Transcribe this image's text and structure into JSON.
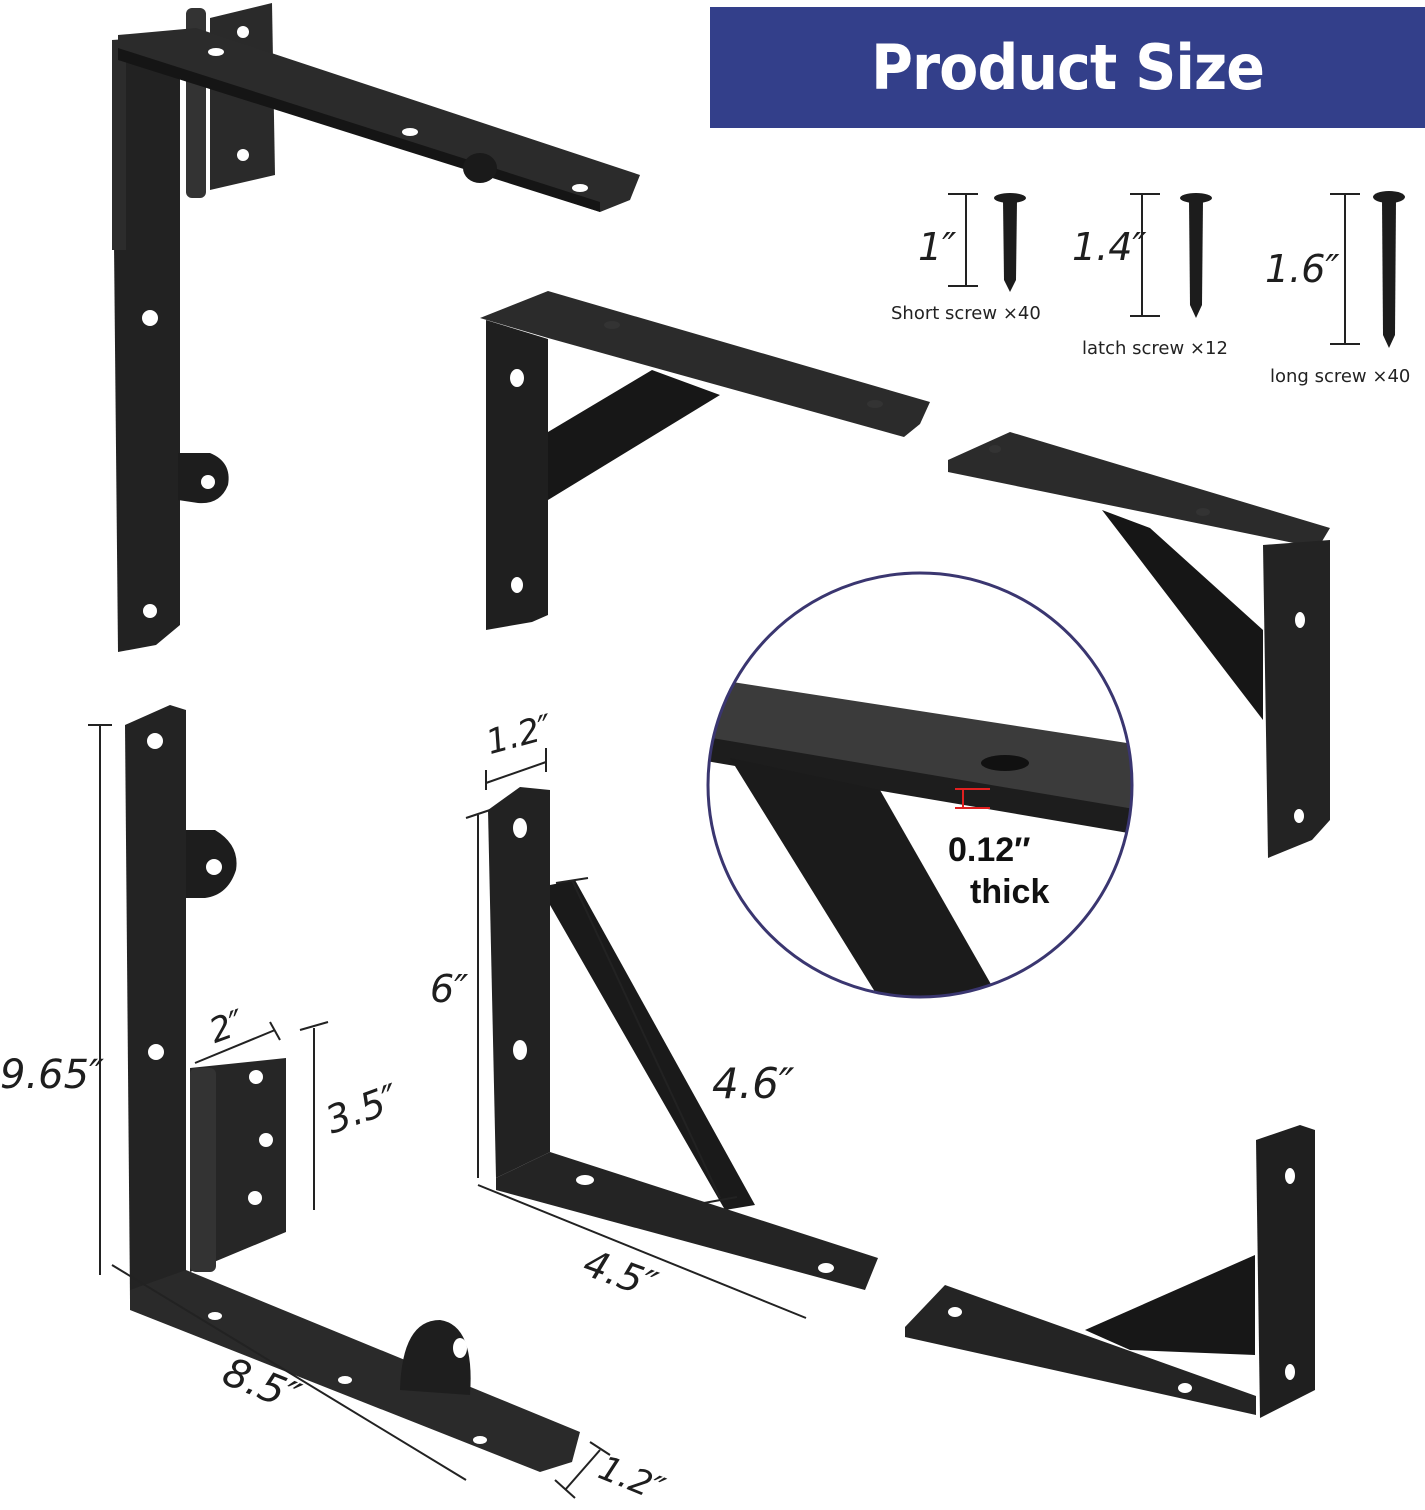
{
  "header": {
    "title": "Product Size"
  },
  "colors": {
    "banner": "#333f8a",
    "bracket": "#1f1f1f",
    "loupe_ring": "#3a3670",
    "thickness_marker": "#e02020"
  },
  "screws": [
    {
      "length": "1″",
      "caption": "Short screw ×40"
    },
    {
      "length": "1.4″",
      "caption": "latch screw ×12"
    },
    {
      "length": "1.6″",
      "caption": "long screw ×40"
    }
  ],
  "thickness": {
    "value": "0.12″",
    "label": "thick"
  },
  "dimensions": {
    "folding_bracket_height": "9.65″",
    "folding_bracket_length": "8.5″",
    "folding_bracket_width": "1.2″",
    "hinge_width": "2″",
    "hinge_height": "3.5″",
    "fixed_bracket_width": "1.2″",
    "fixed_bracket_height": "6″",
    "fixed_bracket_brace": "4.6″",
    "fixed_bracket_length": "4.5″"
  }
}
